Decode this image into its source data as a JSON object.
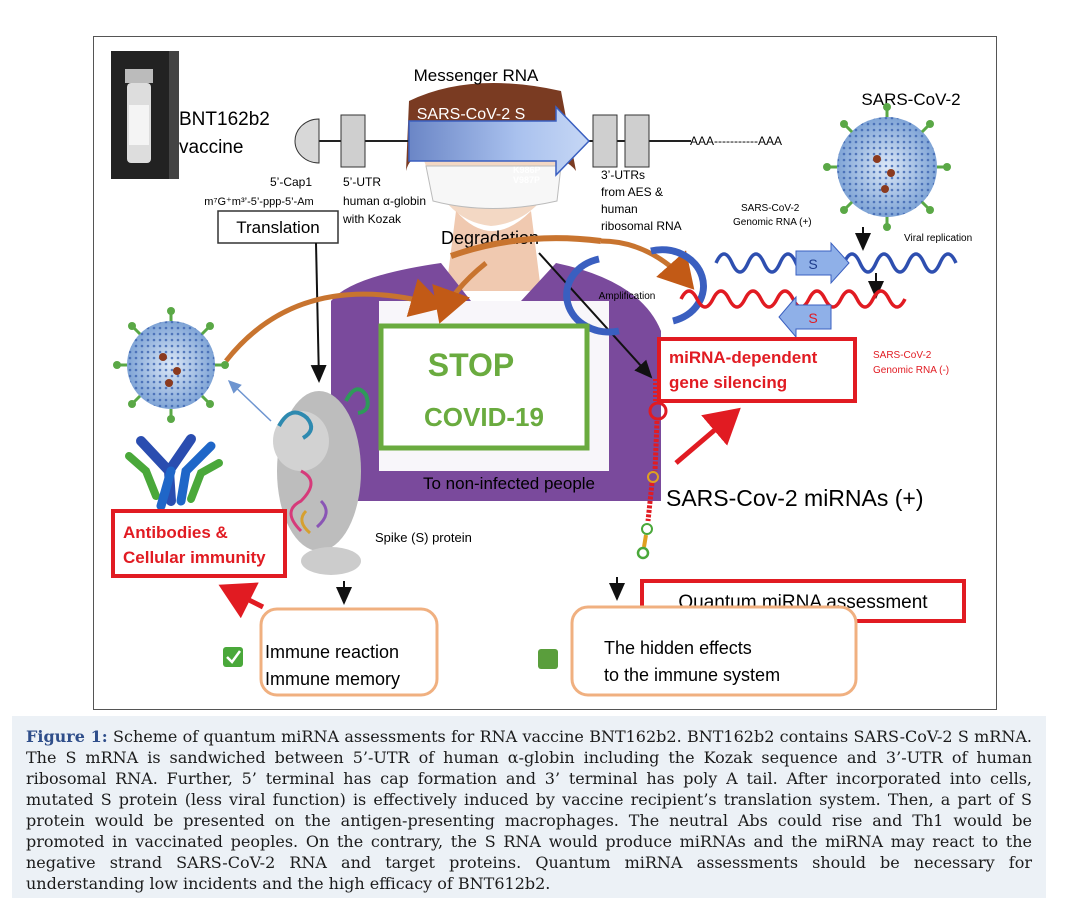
{
  "figure": {
    "vaccine_label": [
      "BNT162b2",
      "vaccine"
    ],
    "mrna_title": "Messenger RNA",
    "s_gene": "SARS-CoV-2 S",
    "mutations": [
      "K986P",
      "V987P"
    ],
    "poly_a": "AAA-----------AAA",
    "cap_label": [
      "5’-Cap1",
      "m⁷G⁺m³’-5’-ppp-5’-Am"
    ],
    "utr5_label": [
      "5’-UTR",
      "human α-globin",
      "with Kozak"
    ],
    "utr3_label": [
      "3’-UTRs",
      "from AES &",
      "human",
      "ribosomal RNA"
    ],
    "translation": "Translation",
    "degradation": "Degradation",
    "amplification": "Amplification",
    "virus_title": "SARS-CoV-2",
    "genomic_plus": [
      "SARS-CoV-2",
      "Genomic RNA (+)"
    ],
    "genomic_minus": [
      "SARS-CoV-2",
      "Genomic RNA (-)"
    ],
    "viral_replication": "Viral replication",
    "s_marker": "S",
    "mirna_silencing": [
      "miRNA-dependent",
      "gene silencing"
    ],
    "stop_sign": [
      "STOP",
      "COVID-19"
    ],
    "non_infected": "To non-infected people",
    "mirnas_plus": "SARS-Cov-2 miRNAs (+)",
    "spike_protein": "Spike (S) protein",
    "antibodies": [
      "Antibodies &",
      "Cellular immunity"
    ],
    "quantum": "Quantum miRNA assessment",
    "immune_box": [
      "Immune reaction",
      "Immune memory"
    ],
    "hidden_box": [
      "The hidden effects",
      "to the immune system"
    ],
    "colors": {
      "red": "#e11b22",
      "green": "#5a9e3c",
      "orange": "#e8a060",
      "blue": "#3a5fc0"
    }
  },
  "caption": {
    "label": "Figure 1:",
    "text": "Scheme of quantum miRNA assessments for RNA vaccine BNT162b2. BNT162b2 contains SARS-CoV-2 S mRNA. The S mRNA is sandwiched between 5’-UTR of human α-globin including the Kozak sequence and 3’-UTR of human ribosomal RNA. Further, 5’ terminal has cap formation and 3’ terminal has poly A tail. After incorporated into cells, mutated S protein (less viral function) is effectively induced by vaccine recipient’s translation system. Then, a part of S protein would be presented on the antigen-presenting macrophages. The neutral Abs could rise and Th1 would be promoted in vaccinated peoples. On the contrary, the S RNA would produce miRNAs and the miRNA may react to the negative strand SARS-CoV-2 RNA and target proteins. Quantum miRNA assessments should be necessary for understanding low incidents and the high efficacy of BNT612b2."
  }
}
